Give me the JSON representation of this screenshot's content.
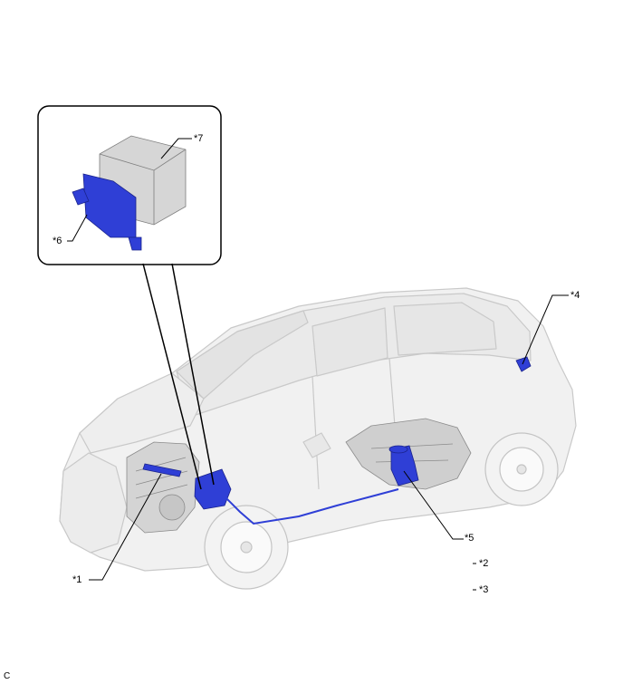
{
  "callouts": {
    "c1": "*1",
    "c2": "*2",
    "c3": "*3",
    "c4": "*4",
    "c5": "*5",
    "c6": "*6",
    "c7": "*7"
  },
  "figure_code": "C",
  "colors": {
    "component_blue": "#2f3fd6",
    "car_body": "#f1f1f1",
    "car_outline": "#c8c8c8",
    "leader_line": "#000000"
  }
}
